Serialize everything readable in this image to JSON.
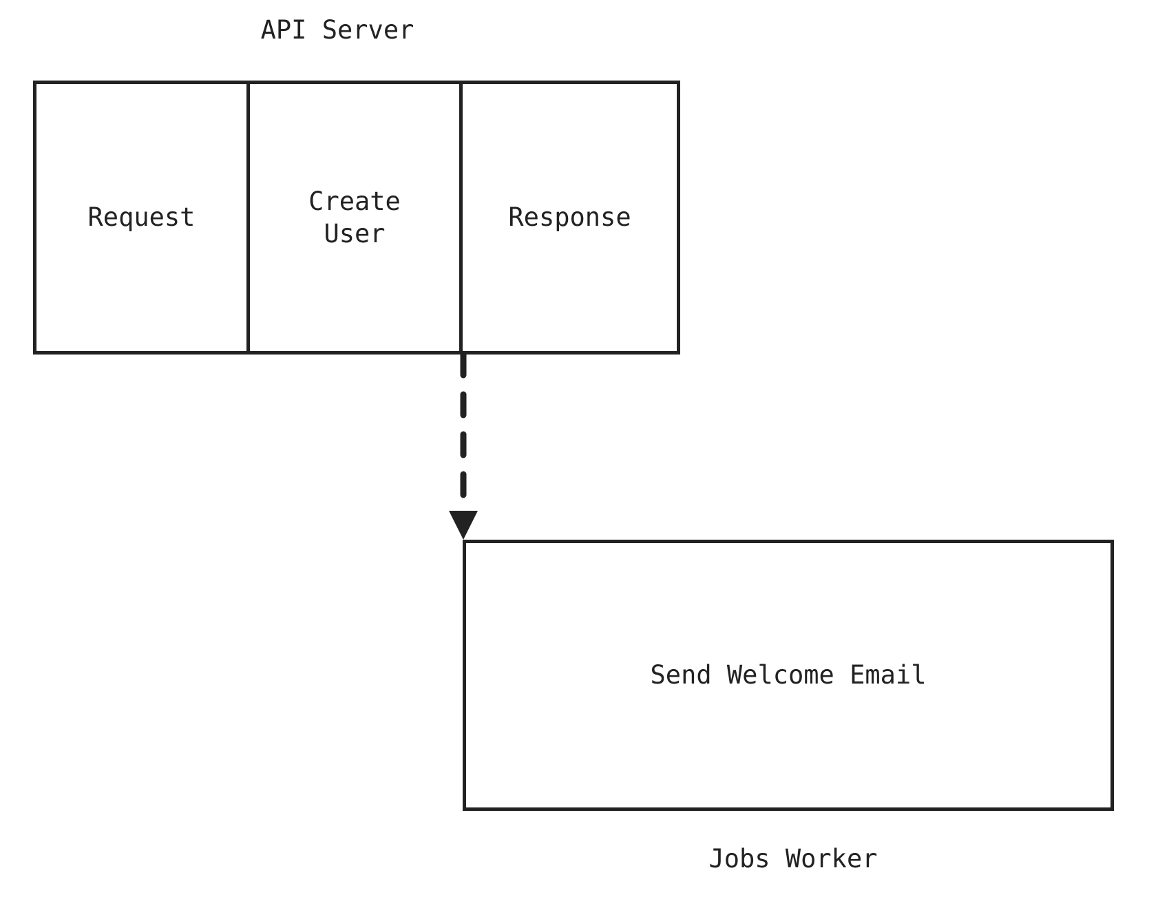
{
  "diagram": {
    "title": "API Server",
    "type": "flowchart",
    "background_color": "#ffffff",
    "stroke_color": "#222222",
    "text_color": "#222222"
  },
  "groups": {
    "api_server": {
      "title": "API Server",
      "title_position": "top",
      "lanes": [
        {
          "label": "Request",
          "name": "request"
        },
        {
          "label": "Create\nUser",
          "name": "create-user"
        },
        {
          "label": "Response",
          "name": "response"
        }
      ]
    },
    "jobs_worker": {
      "title": "Jobs Worker",
      "title_position": "bottom",
      "lanes": [
        {
          "label": "Send Welcome Email",
          "name": "send-welcome-email"
        }
      ]
    }
  },
  "connectors": [
    {
      "name": "create-user-to-jobs-worker",
      "from": "api-server.create-user",
      "to": "jobs-worker.send-welcome-email",
      "style": "dashed",
      "arrowhead": "filled-triangle",
      "direction": "down",
      "label": ""
    }
  ]
}
